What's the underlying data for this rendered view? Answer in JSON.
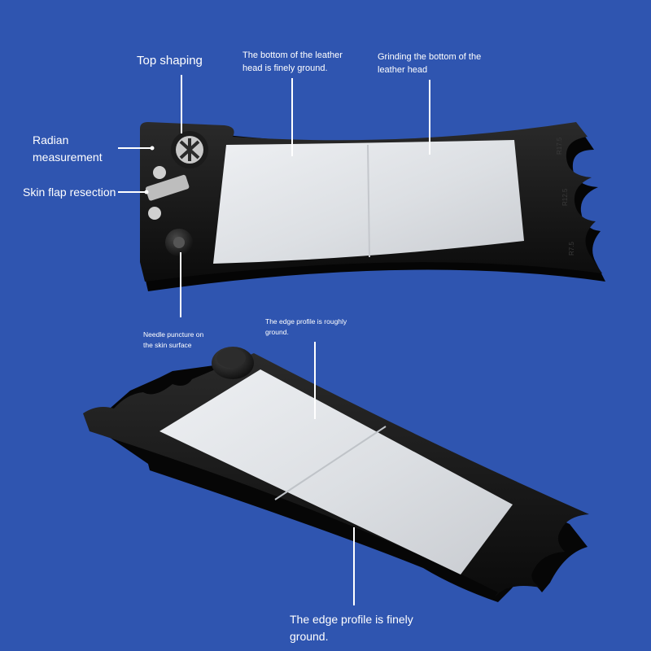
{
  "colors": {
    "background": "#2f55b0",
    "tool_body": "#131313",
    "abrasive_surface": "#e1e3e6",
    "label_text": "#ffffff"
  },
  "top_tool": {
    "labels": {
      "top_shaping": "Top shaping",
      "bottom_finely_ground": "The bottom of the leather\nhead is finely ground.",
      "grinding_bottom": "Grinding the bottom of the\nleather head",
      "radian_measurement": "Radian\nmeasurement",
      "skin_flap_resection": "Skin flap resection",
      "needle_puncture": "Needle puncture on\nthe skin surface"
    },
    "notch_markings": [
      "R17.5",
      "R12.5",
      "R7.5"
    ]
  },
  "bottom_tool": {
    "labels": {
      "edge_roughly_ground": "The edge profile is roughly\nground.",
      "edge_finely_ground": "The edge profile is finely\nground."
    }
  }
}
